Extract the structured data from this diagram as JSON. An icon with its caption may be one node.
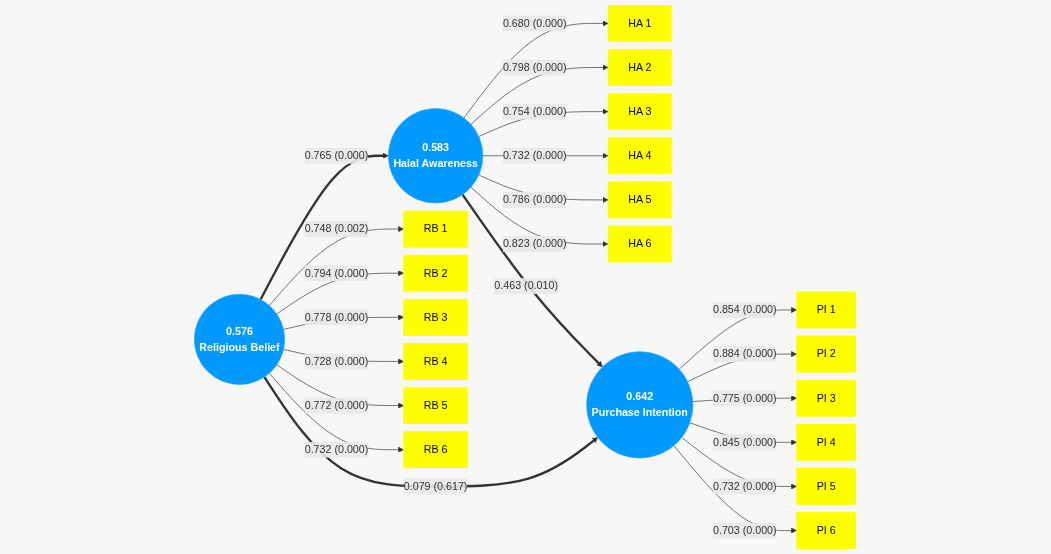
{
  "diagram": {
    "nodes": [
      {
        "text": [
          "HA 1"
        ]
      },
      {
        "text": [
          "HA 2"
        ]
      },
      {
        "text": [
          "HA 3"
        ]
      },
      {
        "text": [
          "HA 4"
        ]
      },
      {
        "text": [
          "HA 5"
        ]
      },
      {
        "text": [
          "HA 6"
        ]
      },
      {
        "text": [
          "0.583",
          "Halal Awareness"
        ]
      },
      {
        "text": [
          "RB 1"
        ]
      },
      {
        "text": [
          "RB 2"
        ]
      },
      {
        "text": [
          "RB 3"
        ]
      },
      {
        "text": [
          "RB 4"
        ]
      },
      {
        "text": [
          "RB 5"
        ]
      },
      {
        "text": [
          "RB 6"
        ]
      },
      {
        "text": [
          "0.576",
          "Religious Belief"
        ]
      },
      {
        "text": [
          "0.642",
          "Purchase Intention"
        ]
      },
      {
        "text": [
          "PI 1"
        ]
      },
      {
        "text": [
          "PI 2"
        ]
      },
      {
        "text": [
          "PI 3"
        ]
      },
      {
        "text": [
          "PI 4"
        ]
      },
      {
        "text": [
          "PI 5"
        ]
      },
      {
        "text": [
          "PI 6"
        ]
      }
    ],
    "edges": [
      {
        "from": 6,
        "to": 0,
        "arrow": "to",
        "label": "0.680 (0.000)"
      },
      {
        "from": 6,
        "to": 1,
        "arrow": "to",
        "label": "0.798 (0.000)"
      },
      {
        "from": 6,
        "to": 2,
        "arrow": "to",
        "label": "0.754 (0.000)"
      },
      {
        "from": 6,
        "to": 3,
        "arrow": "to",
        "label": "0.732 (0.000)"
      },
      {
        "from": 6,
        "to": 4,
        "arrow": "to",
        "label": "0.786 (0.000)"
      },
      {
        "from": 6,
        "to": 5,
        "arrow": "to",
        "label": "0.823 (0.000)"
      },
      {
        "from": 13,
        "to": 7,
        "arrow": "to",
        "label": "0.748 (0.002)"
      },
      {
        "from": 13,
        "to": 8,
        "arrow": "to",
        "label": "0.794 (0.000)"
      },
      {
        "from": 13,
        "to": 9,
        "arrow": "to",
        "label": "0.778 (0.000)"
      },
      {
        "from": 13,
        "to": 10,
        "arrow": "to",
        "label": "0.728 (0.000)"
      },
      {
        "from": 13,
        "to": 11,
        "arrow": "to",
        "label": "0.772 (0.000)"
      },
      {
        "from": 13,
        "to": 12,
        "arrow": "to",
        "label": "0.732 (0.000)"
      },
      {
        "from": 13,
        "to": 6,
        "arrow": "to",
        "label": "0.765 (0.000)",
        "style": "thick"
      },
      {
        "from": 6,
        "to": 14,
        "arrow": "to",
        "label": "0.463 (0.010)",
        "style": "thick"
      },
      {
        "from": 13,
        "to": 14,
        "arrow": "to",
        "label": "0.079 (0.617)",
        "style": "thick"
      },
      {
        "from": 14,
        "to": 15,
        "arrow": "to",
        "label": "0.854 (0.000)"
      },
      {
        "from": 14,
        "to": 16,
        "arrow": "to",
        "label": "0.884 (0.000)"
      },
      {
        "from": 14,
        "to": 17,
        "arrow": "to",
        "label": "0.775 (0.000)"
      },
      {
        "from": 14,
        "to": 18,
        "arrow": "to",
        "label": "0.845 (0.000)"
      },
      {
        "from": 14,
        "to": 19,
        "arrow": "to",
        "label": "0.732 (0.000)"
      },
      {
        "from": 14,
        "to": 20,
        "arrow": "to",
        "label": "0.703 (0.000)"
      }
    ]
  }
}
